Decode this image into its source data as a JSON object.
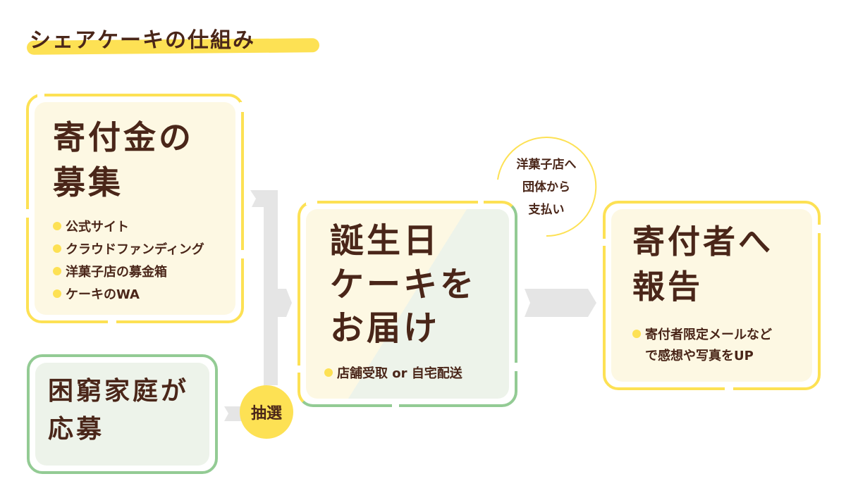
{
  "title": "シェアケーキの仕組み",
  "donation_box": {
    "title": "寄付金の\n募集",
    "bullets": [
      "公式サイト",
      "クラウドファンディング",
      "洋菓子店の募金箱",
      "ケーキのWA"
    ]
  },
  "family_box": {
    "title": "困窮家庭が\n応募"
  },
  "lottery": "抽選",
  "delivery_box": {
    "title": "誕生日\nケーキを\nお届け",
    "bullets": [
      "店舗受取 or 自宅配送"
    ]
  },
  "payment_note": [
    "洋菓子店へ",
    "団体から",
    "支払い"
  ],
  "report_box": {
    "title": "寄付者へ\n報告",
    "bullets": [
      "寄付者限定メールなど",
      "で感想や写真をUP"
    ]
  },
  "colors": {
    "yellow": "#fde154",
    "green": "#93cb94",
    "cream": "#fdf8e3",
    "mint": "#edf3ea",
    "brown": "#4a2619",
    "gray": "#e5e5e5"
  }
}
